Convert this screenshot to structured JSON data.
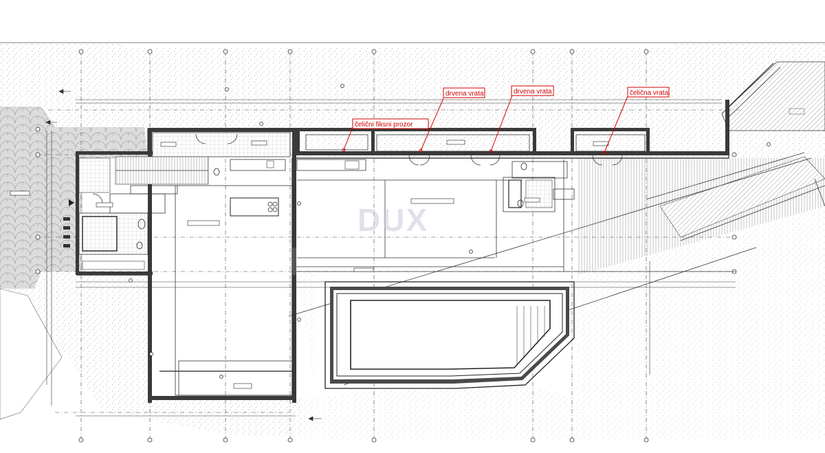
{
  "annotations": [
    {
      "id": "callout-drvena-vrata-1",
      "text": "drvena vrata"
    },
    {
      "id": "callout-drvena-vrata-2",
      "text": "drvena vrata"
    },
    {
      "id": "callout-celicna-vrata",
      "text": "čelična vrata"
    },
    {
      "id": "callout-celicni-fiksni-prozor",
      "text": "čelični fiksni prozor"
    }
  ],
  "watermark": {
    "text": "DUX"
  },
  "colors": {
    "annotation": "#d40000",
    "ink": "#222222",
    "terrain_pattern": "#8c8c8c",
    "watermark": "#c9ccd8"
  }
}
